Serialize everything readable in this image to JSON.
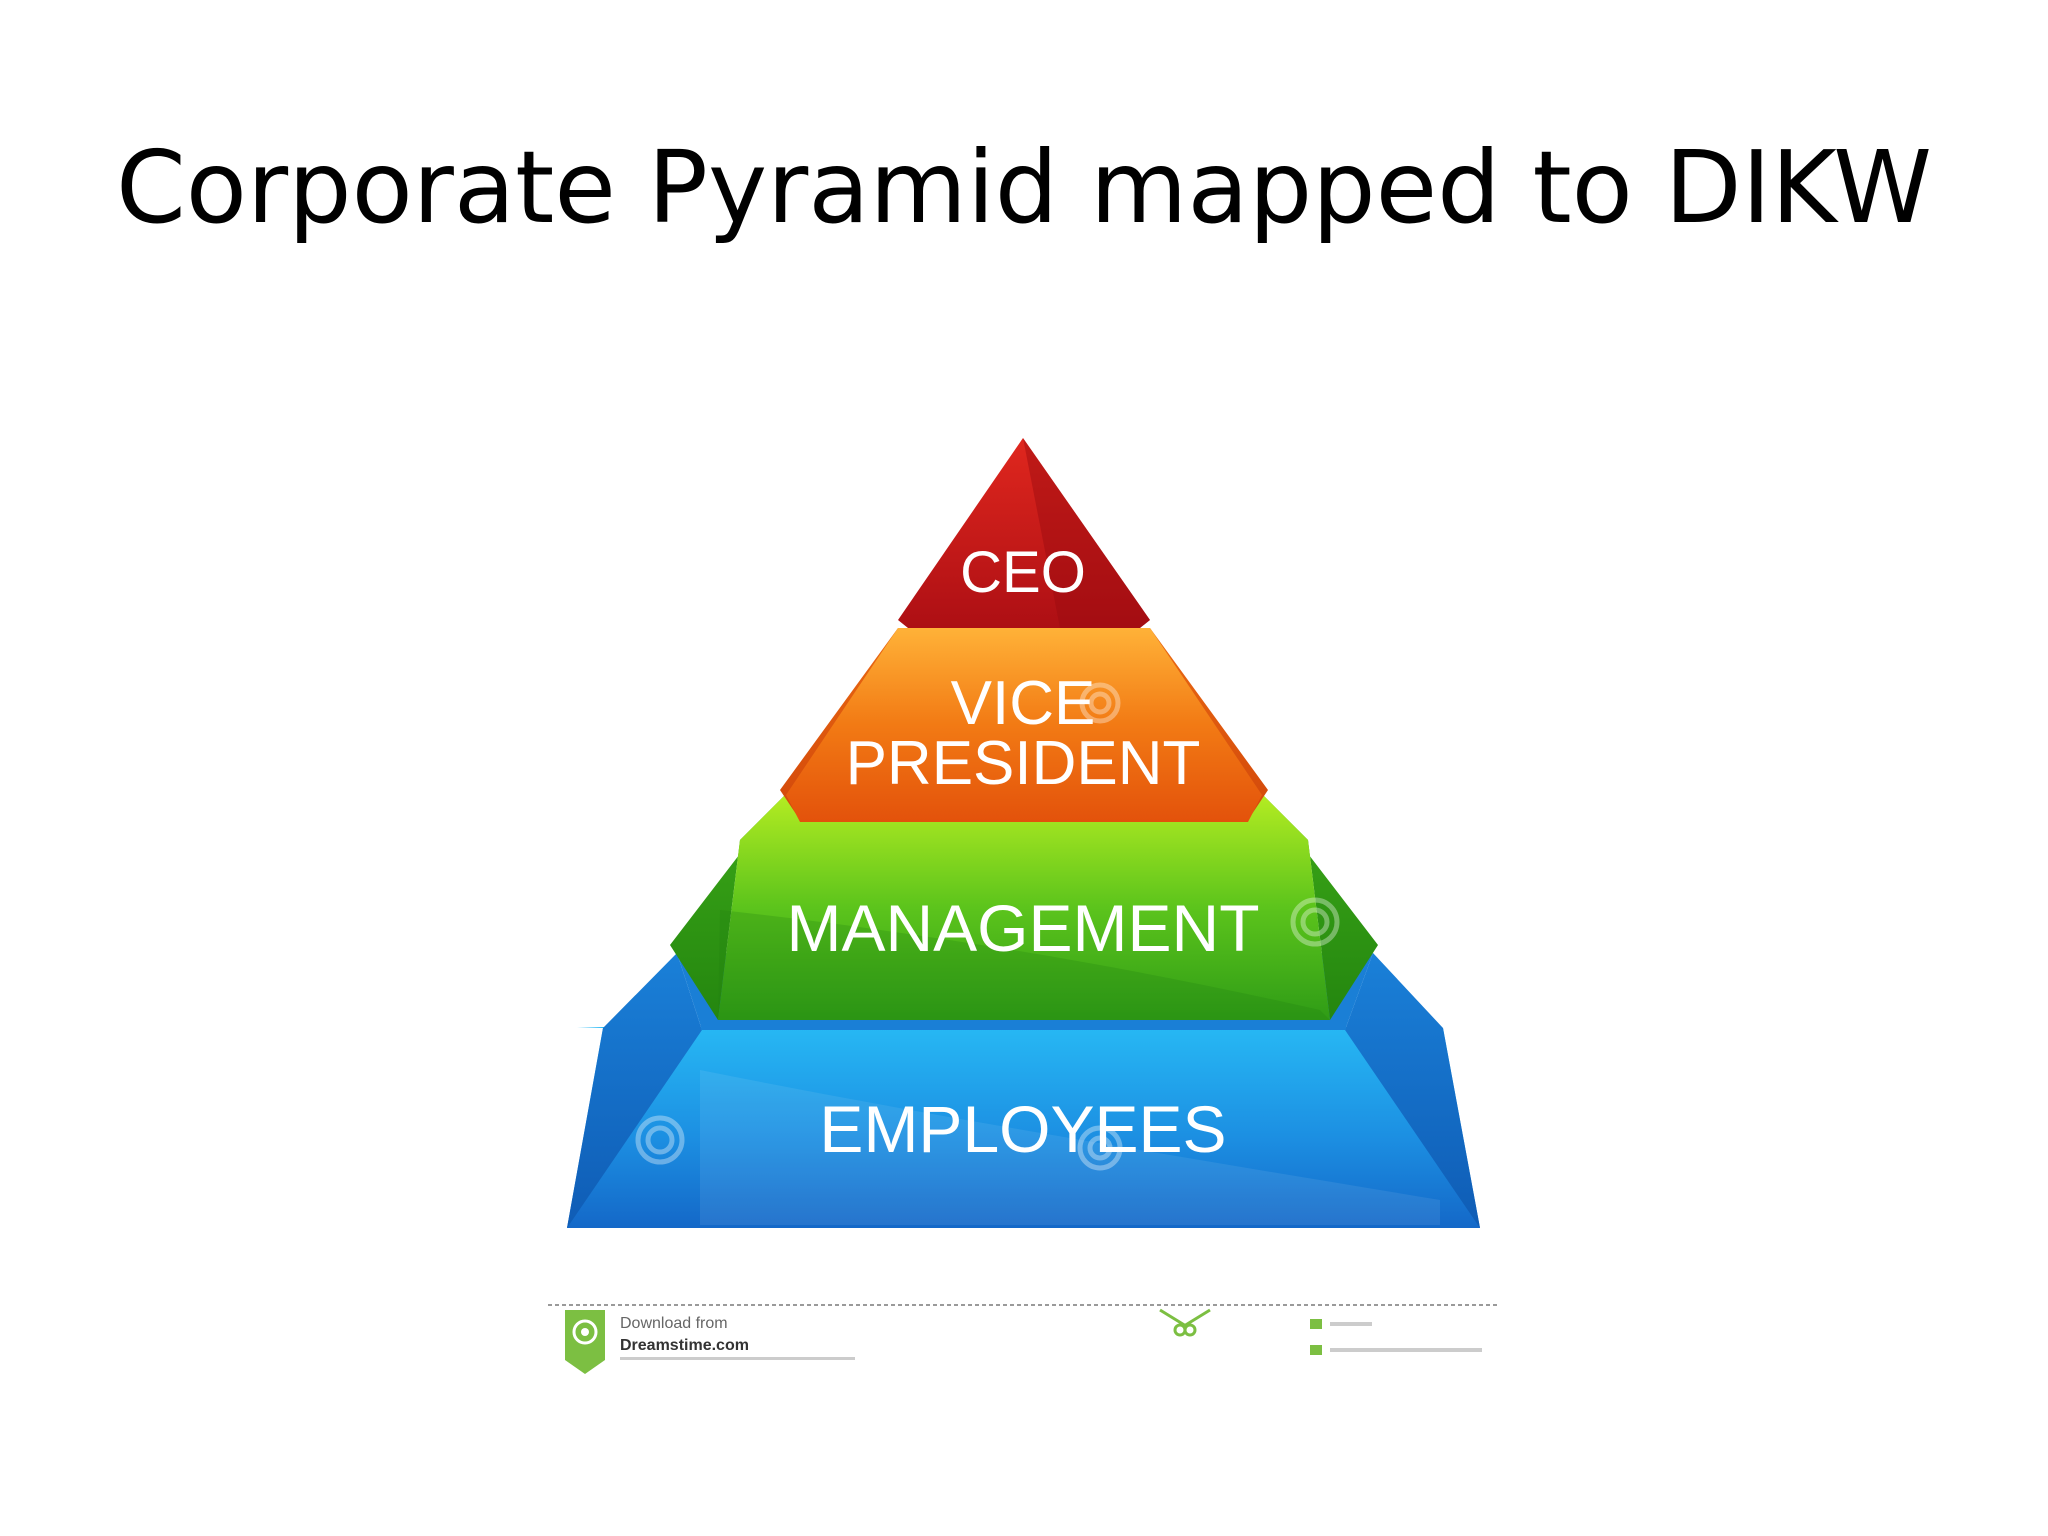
{
  "slide": {
    "title": "Corporate Pyramid mapped to DIKW"
  },
  "pyramid": {
    "tiers": [
      {
        "lines": [
          "CEO"
        ],
        "color": "#c0151b"
      },
      {
        "lines": [
          "VICE",
          "PRESIDENT"
        ],
        "color": "#ef6a12"
      },
      {
        "lines": [
          "MANAGEMENT"
        ],
        "color": "#3fb51a"
      },
      {
        "lines": [
          "EMPLOYEES"
        ],
        "color": "#1f8fe6"
      }
    ]
  },
  "watermark": {
    "download_label": "Download from",
    "site_name": "Dreamstime.com",
    "logo_icon": "spiral-logo-icon",
    "scissors_icon": "scissors-icon"
  },
  "colors": {
    "title_text": "#000000",
    "watermark_green": "#7cbf42"
  }
}
